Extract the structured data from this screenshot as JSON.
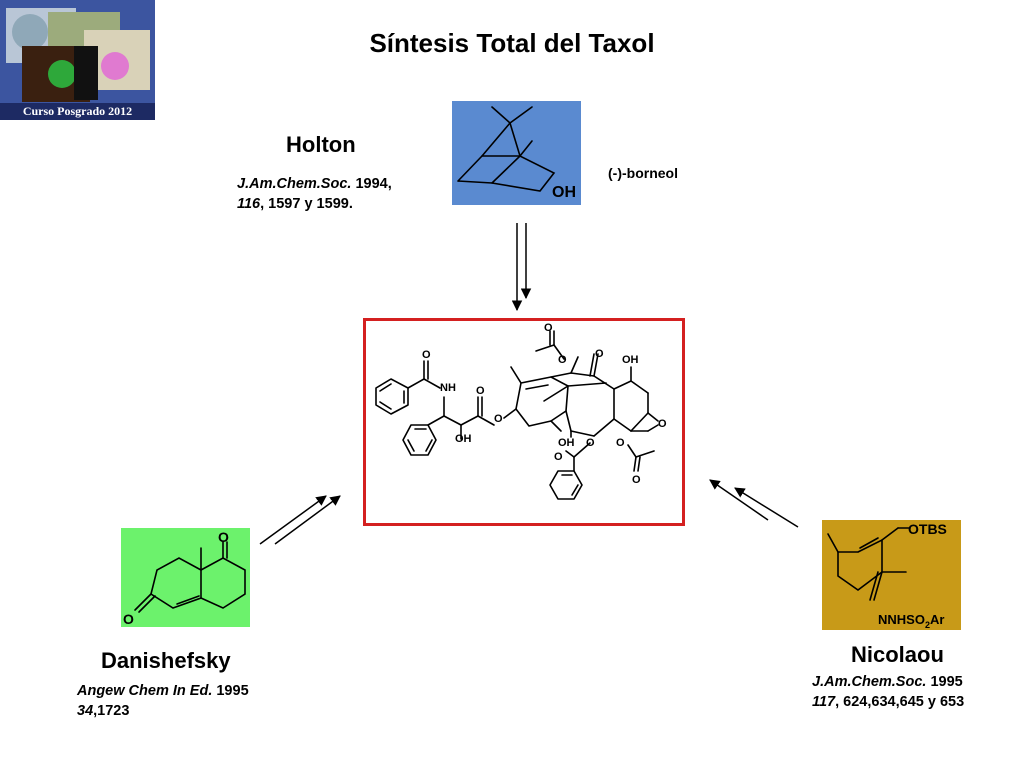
{
  "slide": {
    "title": "Síntesis Total del Taxol",
    "logo_caption": "Curso  Posgrado 2012"
  },
  "holton": {
    "name": "Holton",
    "journal": "J.Am.Chem.Soc.",
    "year": " 1994,",
    "volume": "116",
    "pages": ", 1597 y 1599.",
    "starting_material": "(-)-borneol",
    "atom_oh": "OH"
  },
  "danishefsky": {
    "name": "Danishefsky",
    "journal": "Angew Chem In Ed.",
    "year": " 1995",
    "volume": "34",
    "pages": ",1723",
    "atom_o_top": "O",
    "atom_o_left": "O"
  },
  "nicolaou": {
    "name": "Nicolaou",
    "journal": "J.Am.Chem.Soc.",
    "year": " 1995",
    "volume": "117",
    "pages": ", 624,634,645 y 653",
    "atom_otbs": "OTBS",
    "atom_hydrazone": "NNHSO",
    "atom_hydrazone_sub": "2",
    "atom_hydrazone_end": "Ar"
  },
  "taxol": {
    "atoms": {
      "o_acetyl_top": "O",
      "o_acetyl_link": "O",
      "o_ketone": "O",
      "oh_c7": "OH",
      "o_amide": "O",
      "nh": "NH",
      "o_ester": "O",
      "o_ester_link": "O",
      "o_oxetane": "O",
      "oh_side": "OH",
      "oh_c1": "OH",
      "o_benzoate_link": "O",
      "o_benzoate": "O",
      "o_acetate_link": "O",
      "o_acetate": "O"
    }
  },
  "colors": {
    "holton_bg": "#5a8ad0",
    "danishefsky_bg": "#6cf26c",
    "nicolaou_bg": "#c89a18",
    "target_frame": "#d42020",
    "logo_bg": "#3c55a0"
  }
}
